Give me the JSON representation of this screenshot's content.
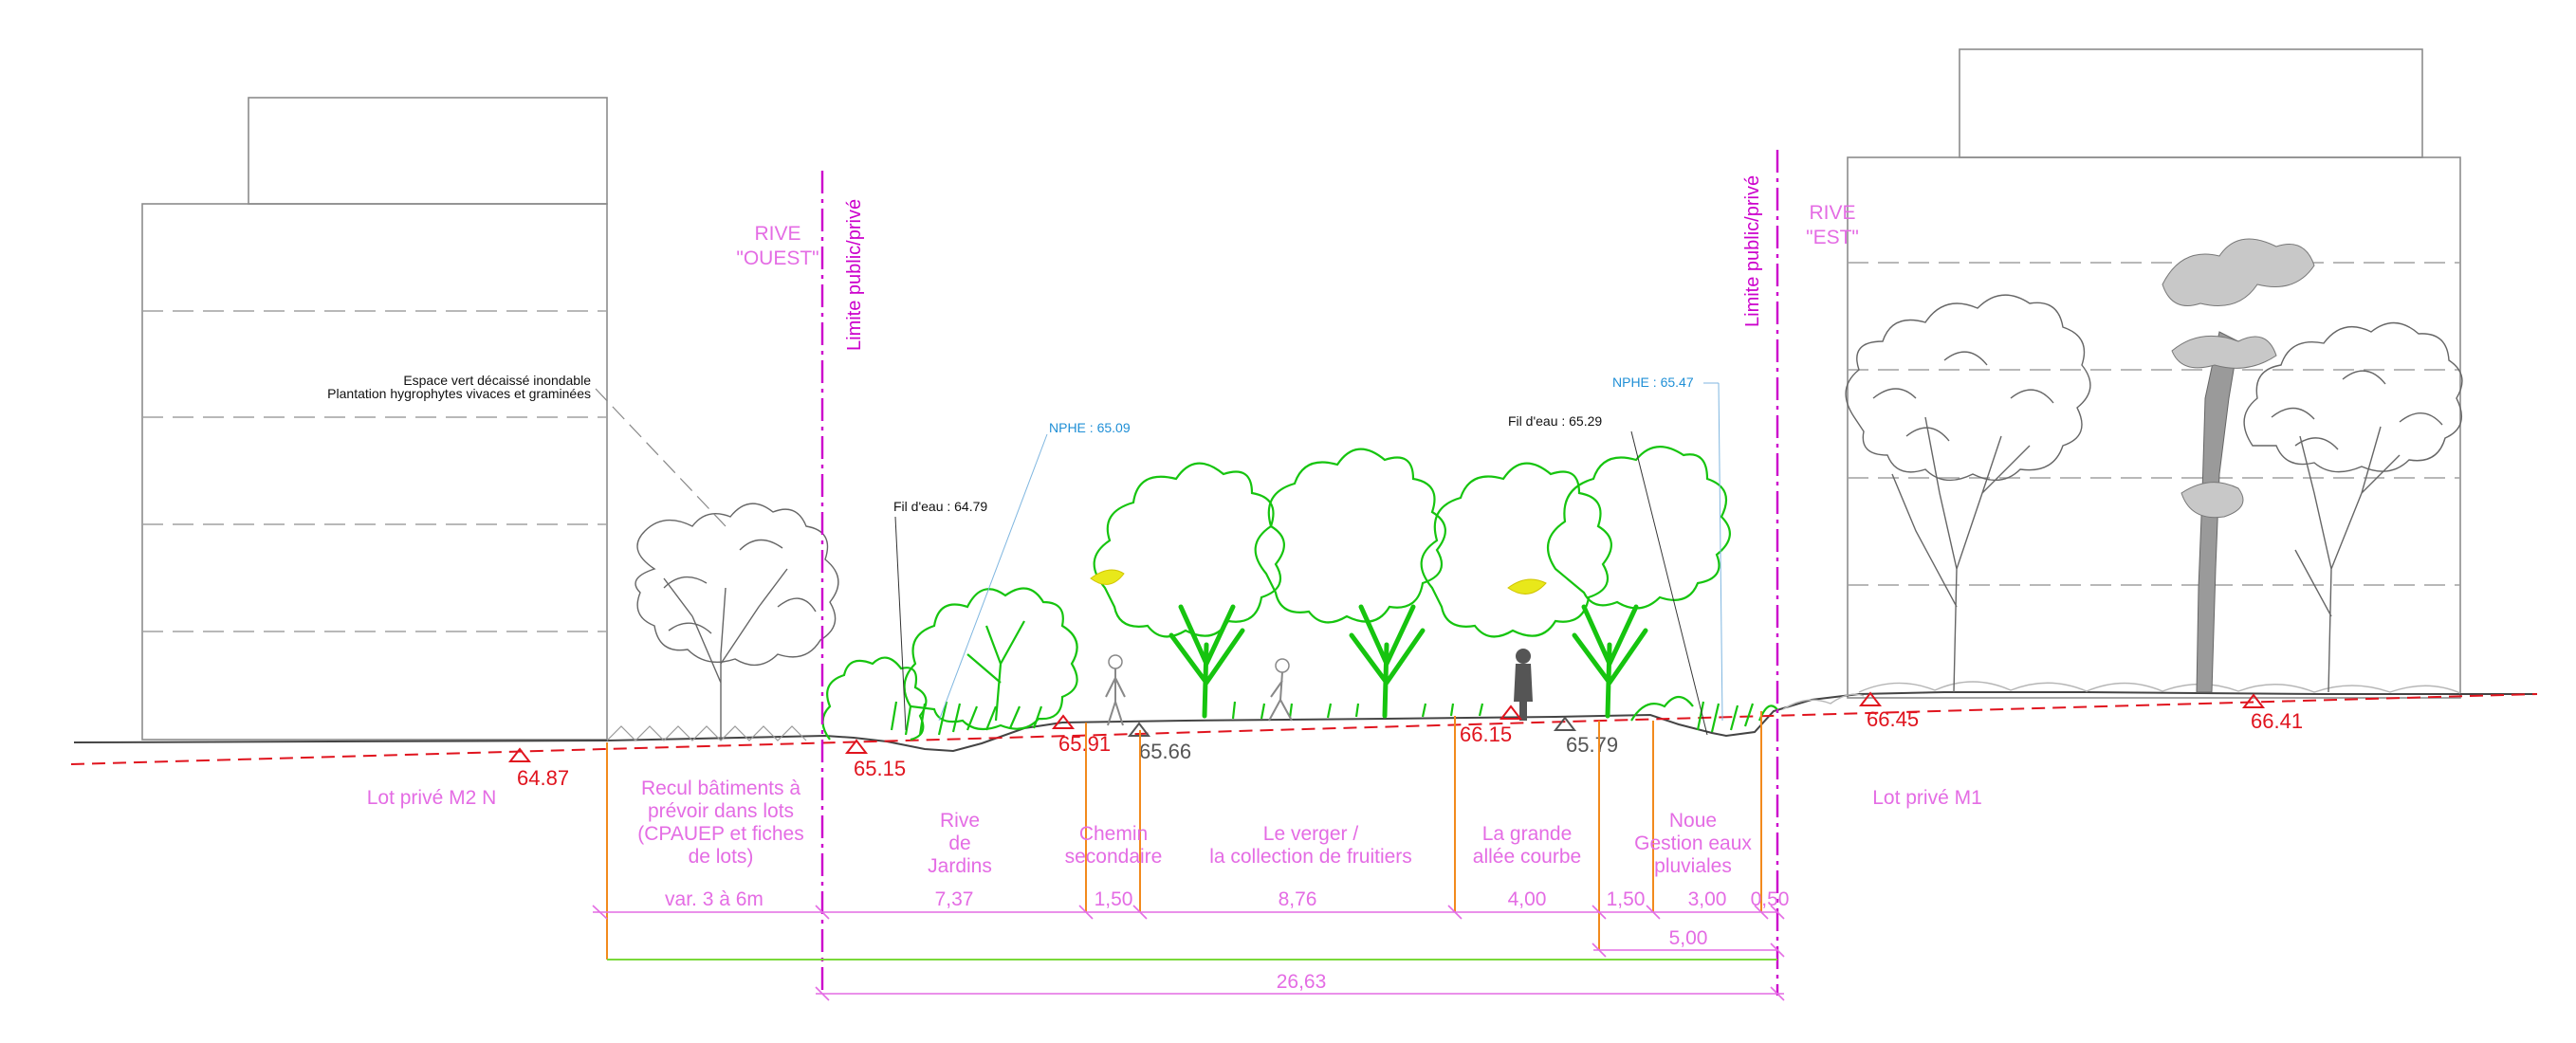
{
  "zones": {
    "lot_ouest": "Lot privé M2 N",
    "recul": [
      "Recul bâtiments à",
      "prévoir dans lots",
      "(CPAUEP et fiches",
      "de lots)"
    ],
    "rive_jardins": [
      "Rive",
      "de",
      "Jardins"
    ],
    "chemin": [
      "Chemin",
      "secondaire"
    ],
    "verger": [
      "Le verger /",
      "la collection de fruitiers"
    ],
    "allee": [
      "La grande",
      "allée courbe"
    ],
    "noue": [
      "Noue",
      "Gestion eaux",
      "pluviales"
    ],
    "lot_est": "Lot privé M1"
  },
  "rives": {
    "ouest": [
      "RIVE",
      "\"OUEST\""
    ],
    "est": [
      "RIVE",
      "\"EST\""
    ]
  },
  "limits": {
    "label": "Limite public/privé"
  },
  "annotations": {
    "espace_vert": "Espace vert décaissé inondable",
    "plantation": "Plantation hygrophytes vivaces et graminées",
    "fil_eau_1": "Fil d'eau : 64.79",
    "fil_eau_2": "Fil d'eau : 65.29",
    "nphe_1": "NPHE : 65.09",
    "nphe_2": "NPHE : 65.47"
  },
  "levels": {
    "red": [
      "64.87",
      "65.15",
      "65.91",
      "66.15",
      "66.45",
      "66.41"
    ],
    "gray": [
      "65.66",
      "65.79"
    ]
  },
  "dimensions": {
    "recul": "var. 3 à 6m",
    "jardins": "7,37",
    "chemin": "1,50",
    "verger": "8,76",
    "allee": "4,00",
    "noue_a": "1,50",
    "noue_b": "3,00",
    "noue_c": "0,50",
    "noue_total": "5,00",
    "total": "26,63"
  },
  "colors": {
    "pink": "#e46ce4",
    "red": "#e0141e",
    "green": "#16c40f",
    "orange": "#f28a1d",
    "limit": "#cc00cc",
    "yellow": "#e8e81a"
  }
}
